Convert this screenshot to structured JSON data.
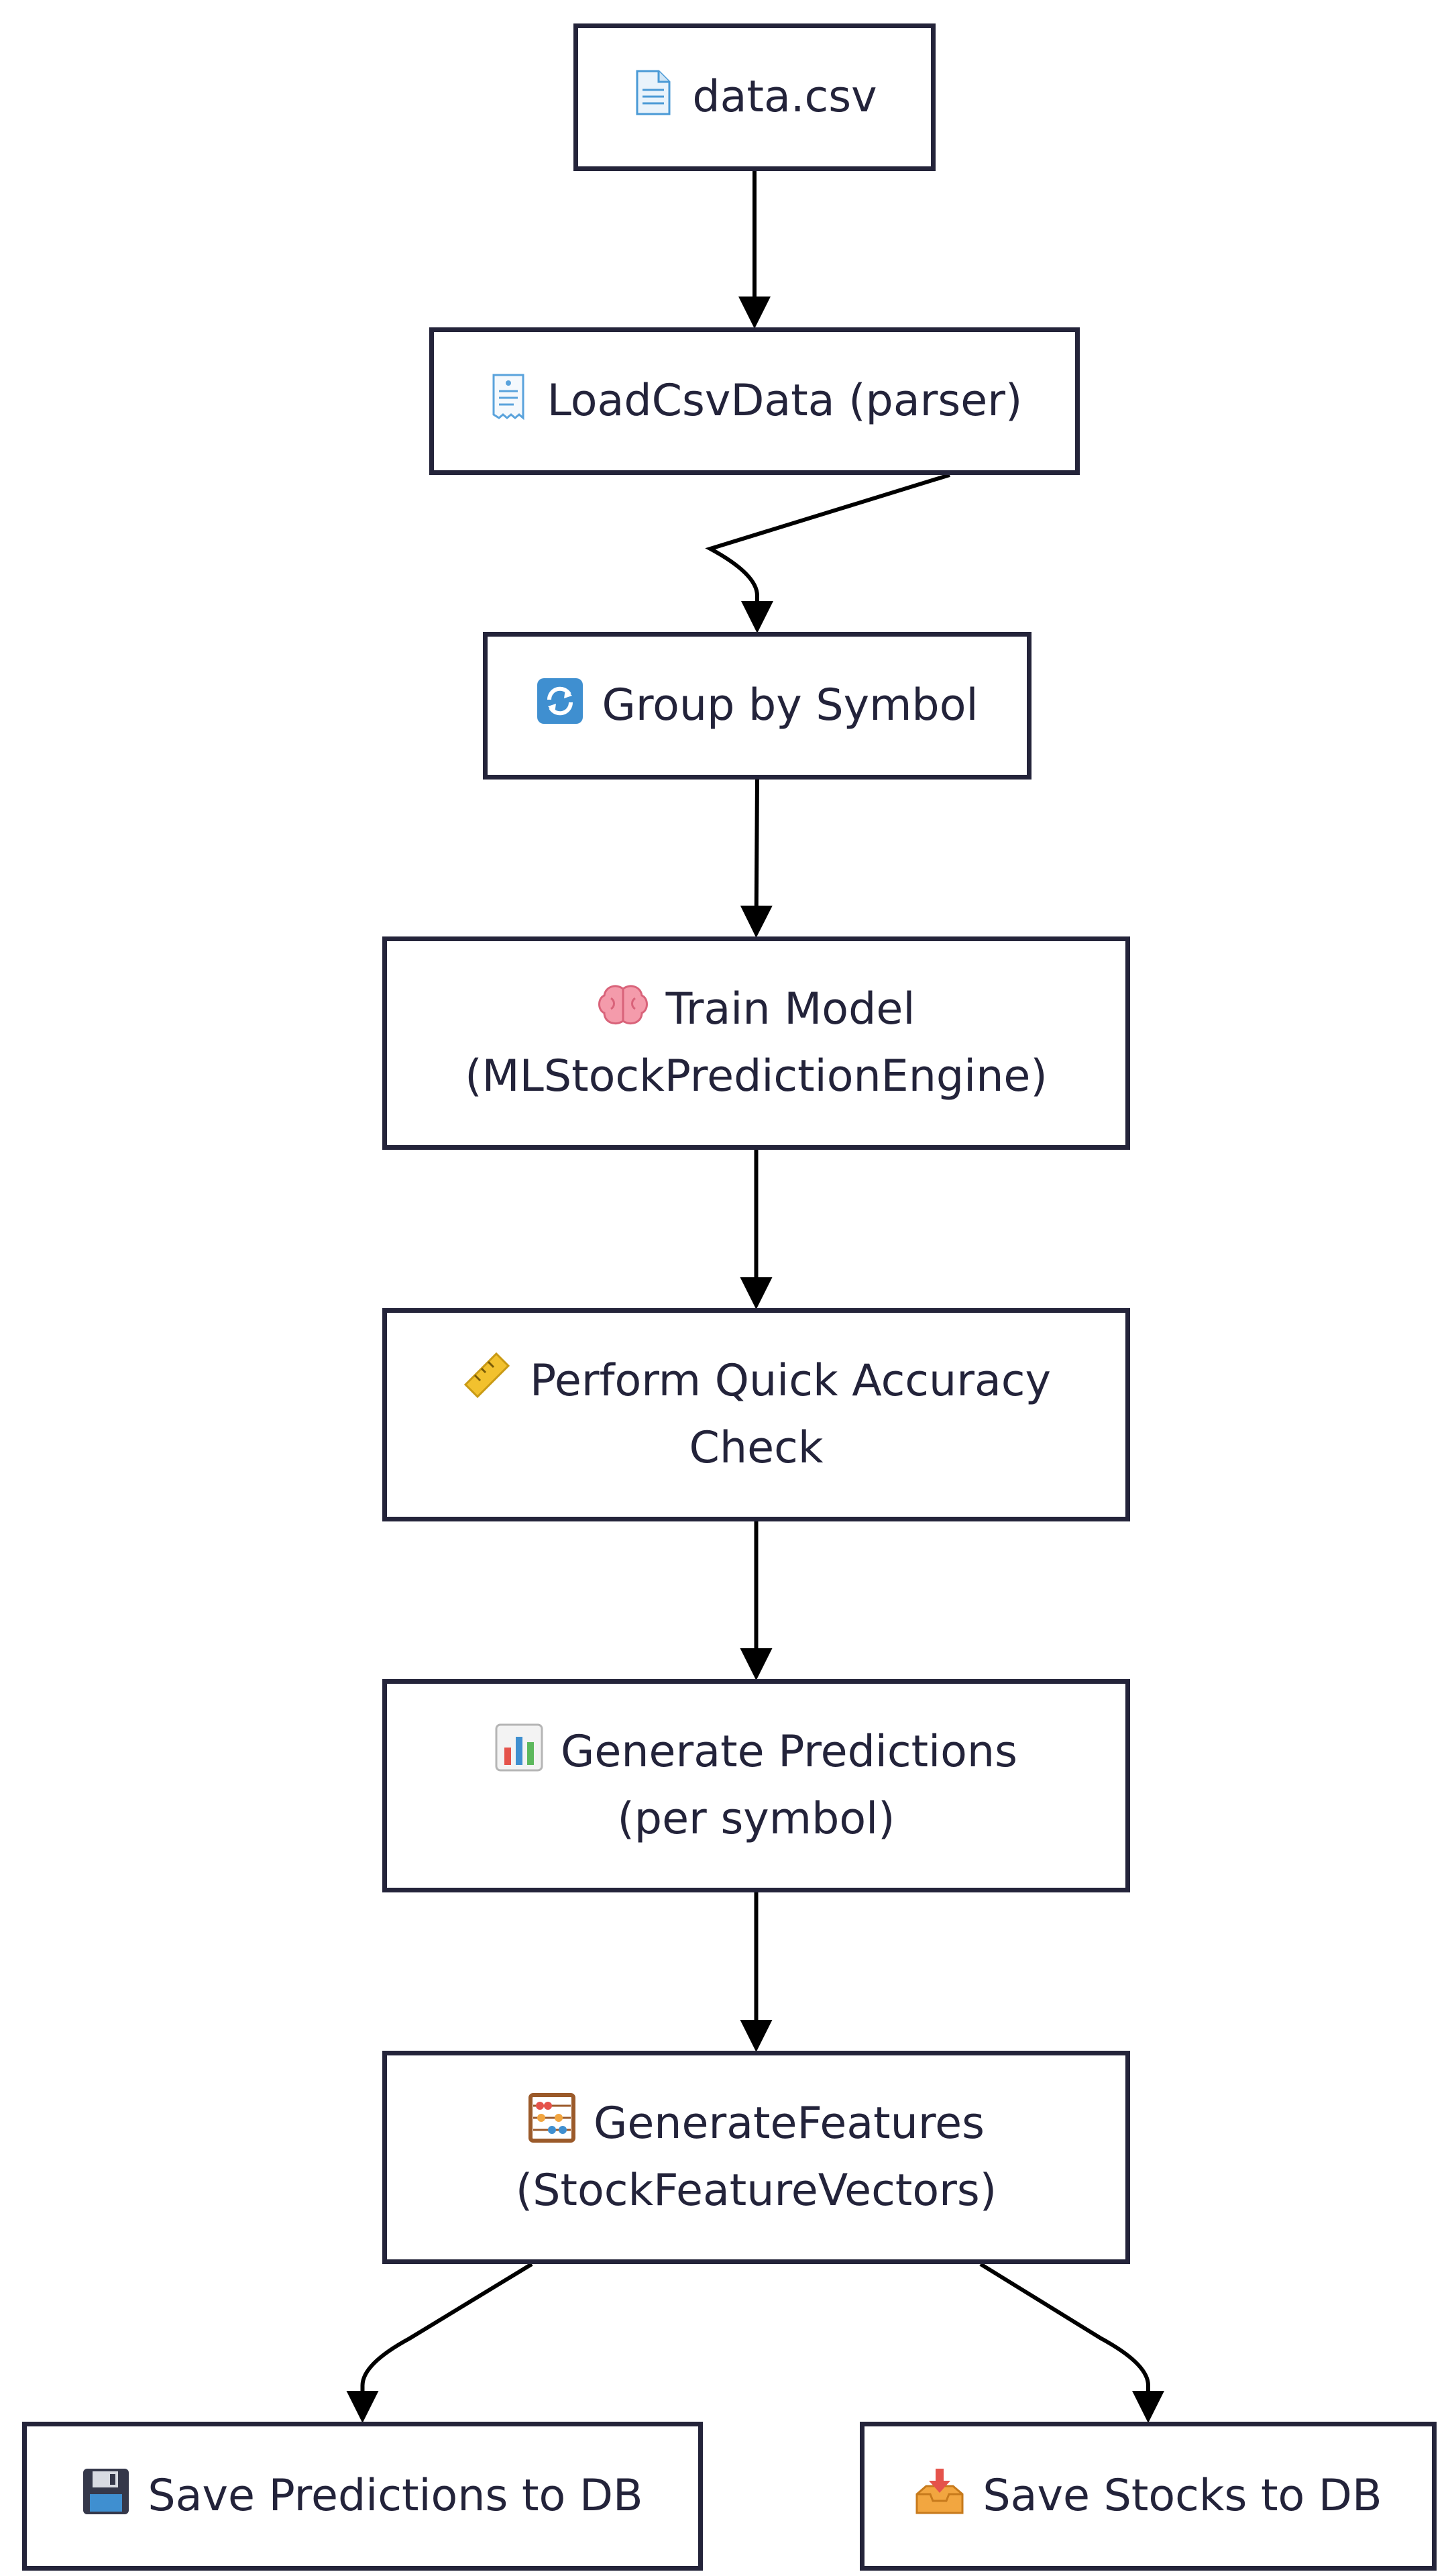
{
  "diagram": {
    "nodes": [
      {
        "id": "data-csv",
        "icon": "page-facing-up-icon",
        "lines": [
          "data.csv"
        ]
      },
      {
        "id": "load-csv",
        "icon": "receipt-icon",
        "lines": [
          "LoadCsvData (parser)"
        ]
      },
      {
        "id": "group-by-symbol",
        "icon": "arrows-clockwise-icon",
        "lines": [
          "Group by Symbol"
        ]
      },
      {
        "id": "train-model",
        "icon": "brain-icon",
        "lines": [
          "Train Model",
          "(MLStockPredictionEngine)"
        ]
      },
      {
        "id": "accuracy-check",
        "icon": "ruler-icon",
        "lines": [
          "Perform Quick Accuracy",
          "Check"
        ]
      },
      {
        "id": "generate-predictions",
        "icon": "bar-chart-icon",
        "lines": [
          "Generate Predictions",
          "(per symbol)"
        ]
      },
      {
        "id": "generate-features",
        "icon": "abacus-icon",
        "lines": [
          "GenerateFeatures",
          "(StockFeatureVectors)"
        ]
      },
      {
        "id": "save-predictions",
        "icon": "floppy-disk-icon",
        "lines": [
          "Save Predictions to DB"
        ]
      },
      {
        "id": "save-stocks",
        "icon": "inbox-tray-icon",
        "lines": [
          "Save Stocks to DB"
        ]
      }
    ],
    "edges": [
      {
        "from": "data-csv",
        "to": "load-csv"
      },
      {
        "from": "load-csv",
        "to": "group-by-symbol"
      },
      {
        "from": "group-by-symbol",
        "to": "train-model"
      },
      {
        "from": "train-model",
        "to": "accuracy-check"
      },
      {
        "from": "accuracy-check",
        "to": "generate-predictions"
      },
      {
        "from": "generate-predictions",
        "to": "generate-features"
      },
      {
        "from": "generate-features",
        "to": "save-predictions"
      },
      {
        "from": "generate-features",
        "to": "save-stocks"
      }
    ],
    "colors": {
      "border": "#24243a",
      "text": "#23233a",
      "arrow": "#000000",
      "background": "#ffffff"
    }
  }
}
